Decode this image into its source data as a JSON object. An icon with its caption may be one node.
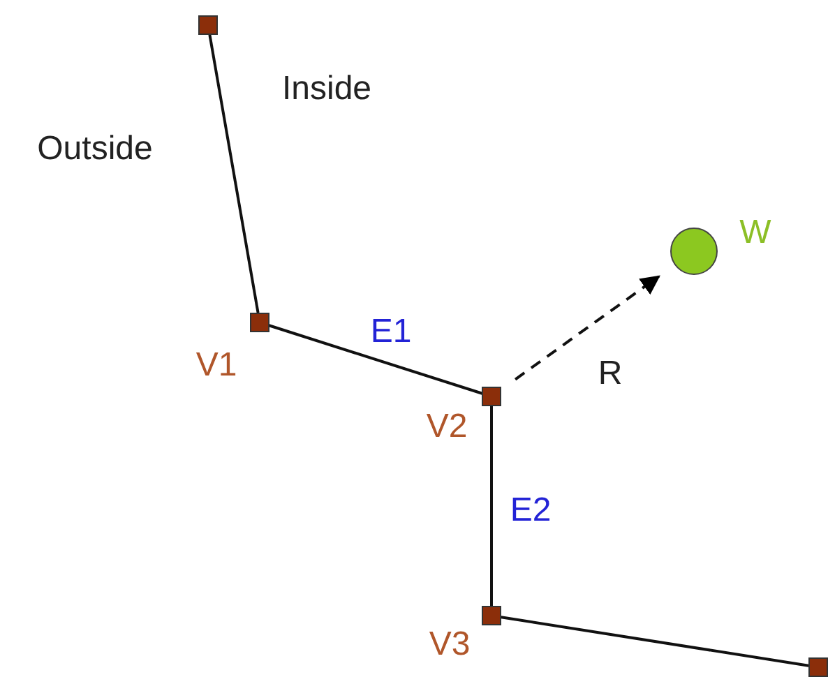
{
  "diagram": {
    "nodes": [
      {
        "text": [],
        "shape": "box"
      },
      {
        "text": [],
        "shape": "box",
        "beside": [
          "V1"
        ]
      },
      {
        "text": [],
        "shape": "box",
        "beside": [
          "V2"
        ]
      },
      {
        "text": [],
        "shape": "box",
        "beside": [
          "V3"
        ]
      },
      {
        "text": [],
        "shape": "box"
      },
      {
        "text": [],
        "shape": "circle",
        "beside": [
          "W"
        ]
      }
    ],
    "edges": [
      {
        "from": 0,
        "to": 1,
        "arrow": "none"
      },
      {
        "from": 1,
        "to": 2,
        "arrow": "none",
        "label": "E1"
      },
      {
        "from": 2,
        "to": 3,
        "arrow": "none",
        "label": "E2"
      },
      {
        "from": 3,
        "to": 4,
        "arrow": "none"
      },
      {
        "from": 2,
        "to": 5,
        "arrow": "to",
        "label": "R",
        "style": "dashed"
      }
    ],
    "labels": [
      "Inside",
      "Outside"
    ]
  }
}
